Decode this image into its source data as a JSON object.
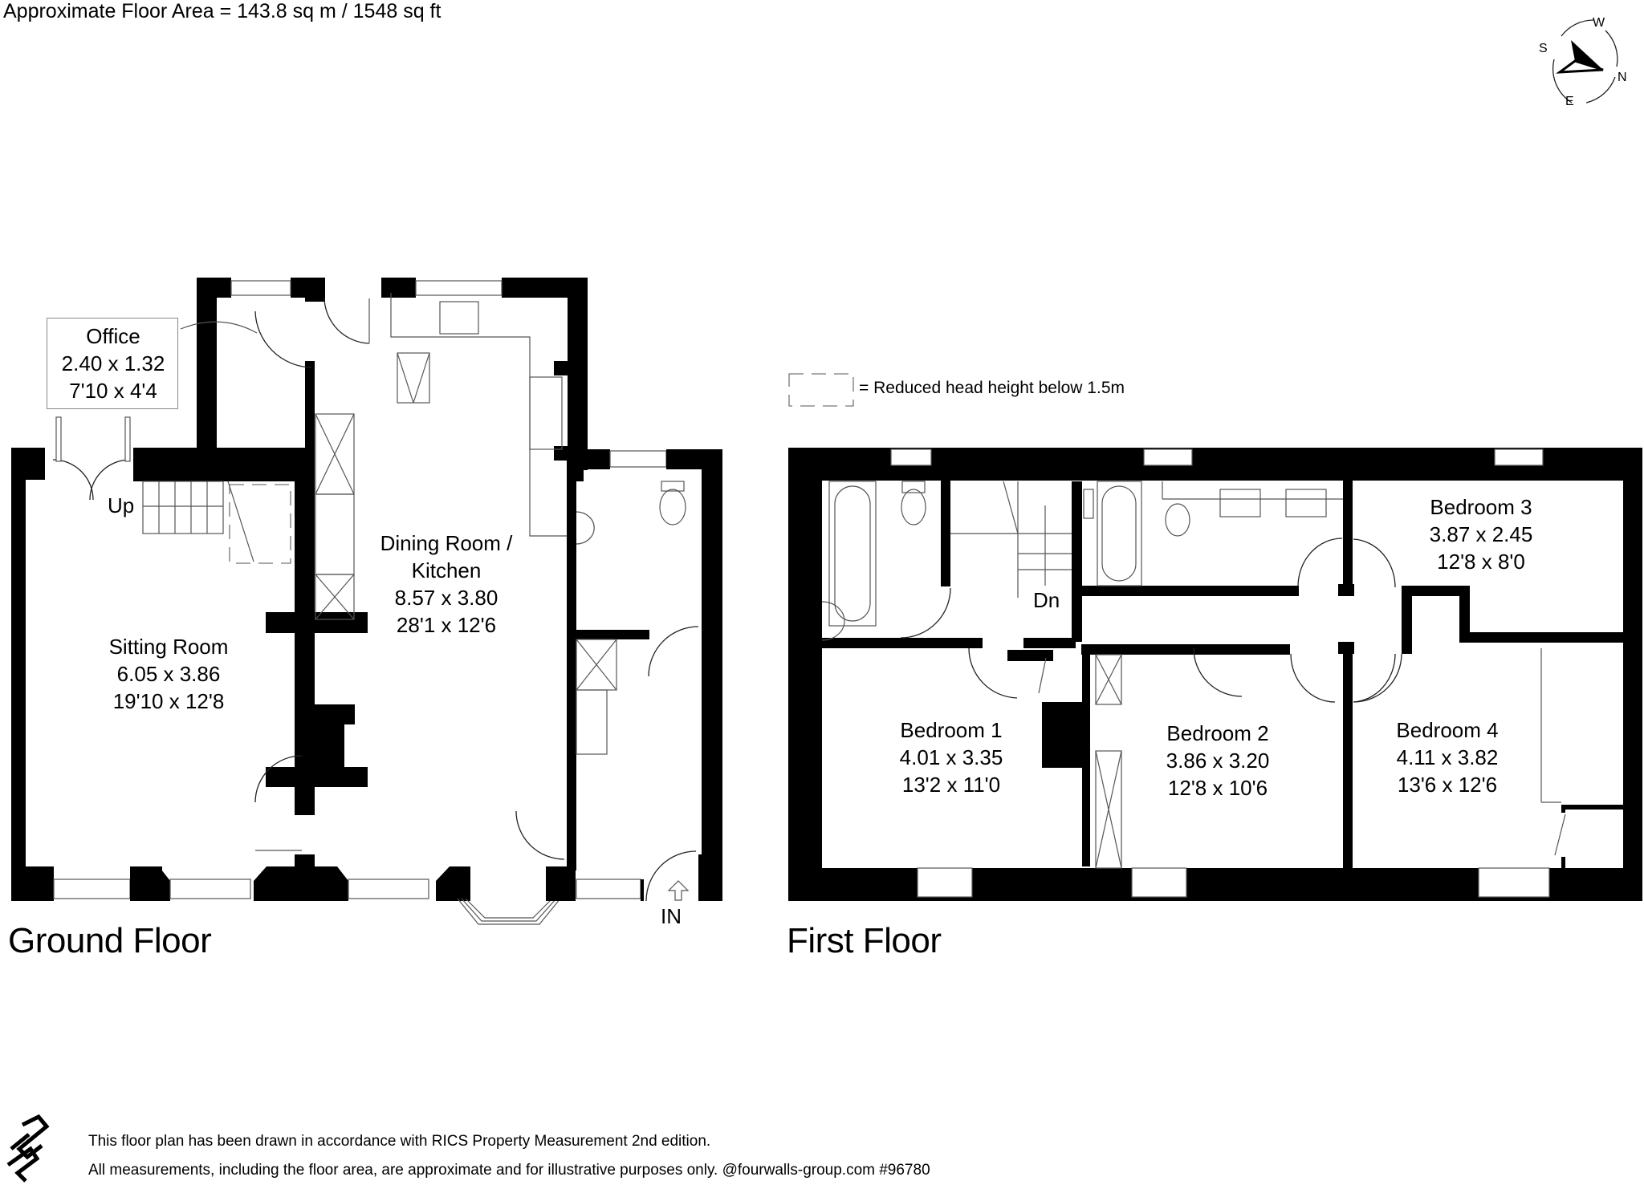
{
  "header": {
    "approx_floor_area": "Approximate Floor Area = 143.8 sq m / 1548 sq ft"
  },
  "compass": {
    "icon": "compass-north-arrow-icon",
    "labels": {
      "west": "W",
      "south": "S",
      "north": "N",
      "east": "E"
    }
  },
  "ground_floor": {
    "label": "Ground Floor",
    "rooms": [
      {
        "name": "Office",
        "metric": "2.40 x 1.32",
        "imperial": "7'10 x 4'4"
      },
      {
        "name": "Sitting Room",
        "metric": "6.05 x 3.86",
        "imperial": "19'10 x 12'8"
      },
      {
        "name_line1": "Dining Room /",
        "name_line2": "Kitchen",
        "metric": "8.57 x 3.80",
        "imperial": "28'1 x 12'6"
      }
    ],
    "stairs_label": "Up",
    "entrance_label": "IN"
  },
  "first_floor": {
    "label": "First Floor",
    "legend": "= Reduced head height below 1.5m",
    "stairs_label": "Dn",
    "rooms": [
      {
        "name": "Bedroom 1",
        "metric": "4.01 x 3.35",
        "imperial": "13'2 x 11'0"
      },
      {
        "name": "Bedroom 2",
        "metric": "3.86 x 3.20",
        "imperial": "12'8 x 10'6"
      },
      {
        "name": "Bedroom 3",
        "metric": "3.87 x 2.45",
        "imperial": "12'8 x 8'0"
      },
      {
        "name": "Bedroom 4",
        "metric": "4.11 x 3.82",
        "imperial": "13'6 x 12'6"
      }
    ]
  },
  "footer": {
    "logo": "fourwalls-logo-icon",
    "line1": "This floor plan has been drawn in accordance with RICS Property Measurement 2nd edition.",
    "line2": "All measurements, including the floor area, are approximate and for illustrative purposes only. @fourwalls-group.com #96780"
  }
}
